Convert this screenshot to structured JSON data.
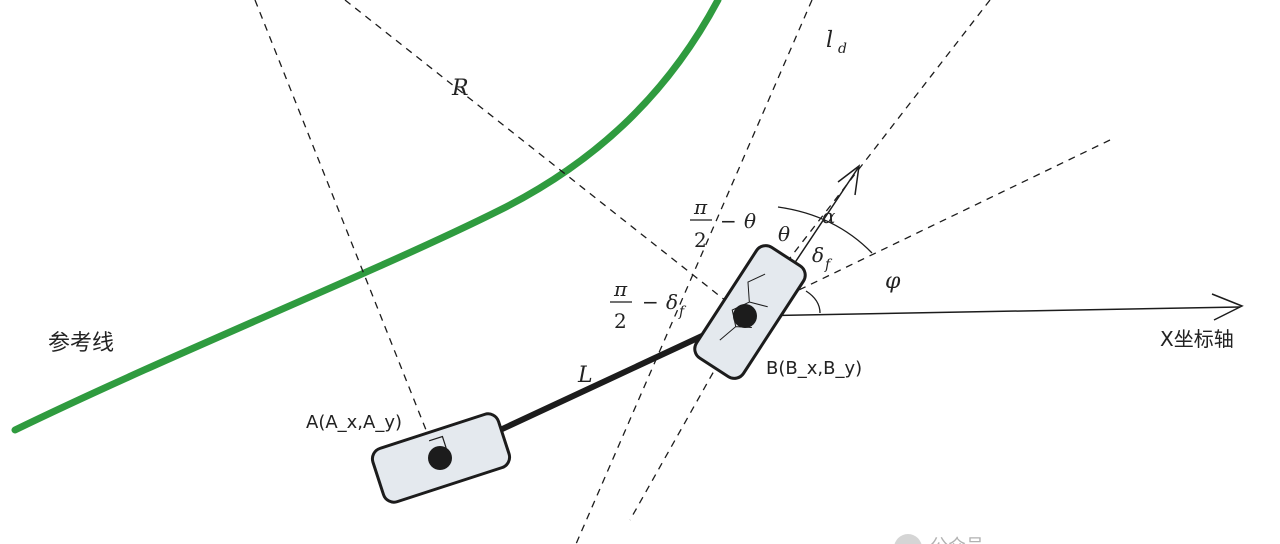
{
  "colors": {
    "reference_line": "#2f9b3f",
    "ink": "#1c1c1c",
    "vehicle_fill": "#e4e9ee",
    "background": "#ffffff"
  },
  "labels": {
    "reference_line": "参考线",
    "x_axis": "X坐标轴",
    "point_a": "A(A_x,A_y)",
    "point_b": "B(B_x,B_y)",
    "wheelbase": "L",
    "radius": "R",
    "lookahead_base": "l",
    "lookahead_sub": "d",
    "alpha": "α",
    "theta": "θ",
    "phi": "φ",
    "delta_base": "δ",
    "delta_sub": "f",
    "pi": "π",
    "two": "2",
    "minus": "−"
  },
  "watermark": "公众号"
}
